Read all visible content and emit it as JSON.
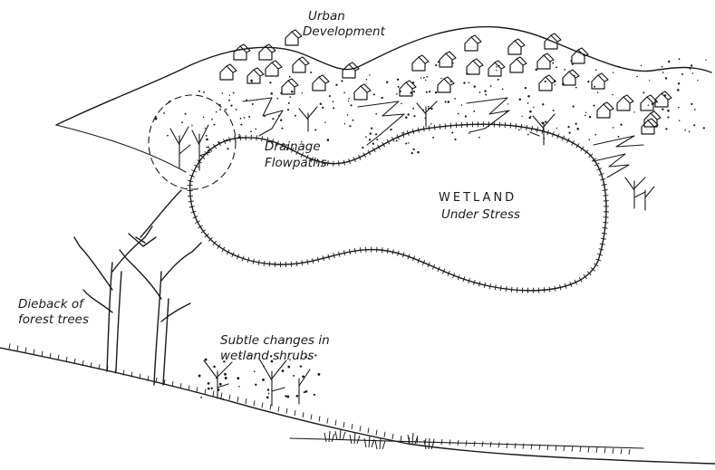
{
  "labels": {
    "urban_line1": "Urban",
    "urban_line2": "Development",
    "drainage_line1": "Drainage",
    "drainage_line2": "Flowpaths",
    "wetland_line1": "WETLAND",
    "wetland_line2": "Under Stress",
    "dieback_line1": "Dieback of",
    "dieback_line2": "forest trees",
    "shrubs_line1": "Subtle changes in",
    "shrubs_line2": "wetland shrubs"
  },
  "colors": {
    "ink": "#1a1a1a",
    "paper": "#ffffff"
  }
}
